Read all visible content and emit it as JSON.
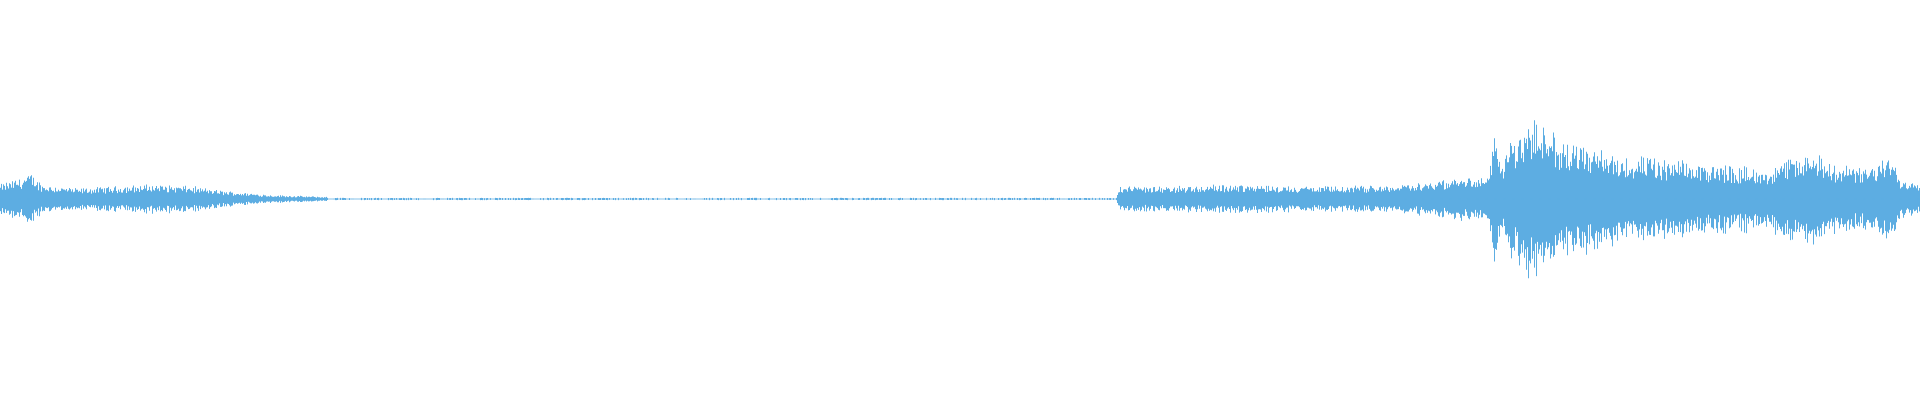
{
  "waveform": {
    "color": "#5dade2",
    "background": "#ffffff",
    "amplitude_profile": [
      [
        0.0,
        0.07
      ],
      [
        0.01,
        0.1
      ],
      [
        0.016,
        0.12
      ],
      [
        0.022,
        0.07
      ],
      [
        0.04,
        0.05
      ],
      [
        0.06,
        0.06
      ],
      [
        0.08,
        0.07
      ],
      [
        0.1,
        0.06
      ],
      [
        0.115,
        0.04
      ],
      [
        0.14,
        0.02
      ],
      [
        0.17,
        0.01
      ],
      [
        0.2,
        0.003
      ],
      [
        0.3,
        0.002
      ],
      [
        0.4,
        0.002
      ],
      [
        0.5,
        0.002
      ],
      [
        0.581,
        0.002
      ],
      [
        0.583,
        0.06
      ],
      [
        0.6,
        0.06
      ],
      [
        0.65,
        0.07
      ],
      [
        0.68,
        0.06
      ],
      [
        0.7,
        0.06
      ],
      [
        0.73,
        0.07
      ],
      [
        0.75,
        0.09
      ],
      [
        0.765,
        0.11
      ],
      [
        0.775,
        0.1
      ],
      [
        0.778,
        0.3
      ],
      [
        0.783,
        0.18
      ],
      [
        0.786,
        0.34
      ],
      [
        0.79,
        0.28
      ],
      [
        0.796,
        0.38
      ],
      [
        0.802,
        0.36
      ],
      [
        0.81,
        0.3
      ],
      [
        0.83,
        0.24
      ],
      [
        0.85,
        0.2
      ],
      [
        0.87,
        0.18
      ],
      [
        0.9,
        0.16
      ],
      [
        0.92,
        0.15
      ],
      [
        0.94,
        0.22
      ],
      [
        0.955,
        0.18
      ],
      [
        0.97,
        0.14
      ],
      [
        0.985,
        0.2
      ],
      [
        0.99,
        0.1
      ],
      [
        1.0,
        0.08
      ]
    ]
  }
}
